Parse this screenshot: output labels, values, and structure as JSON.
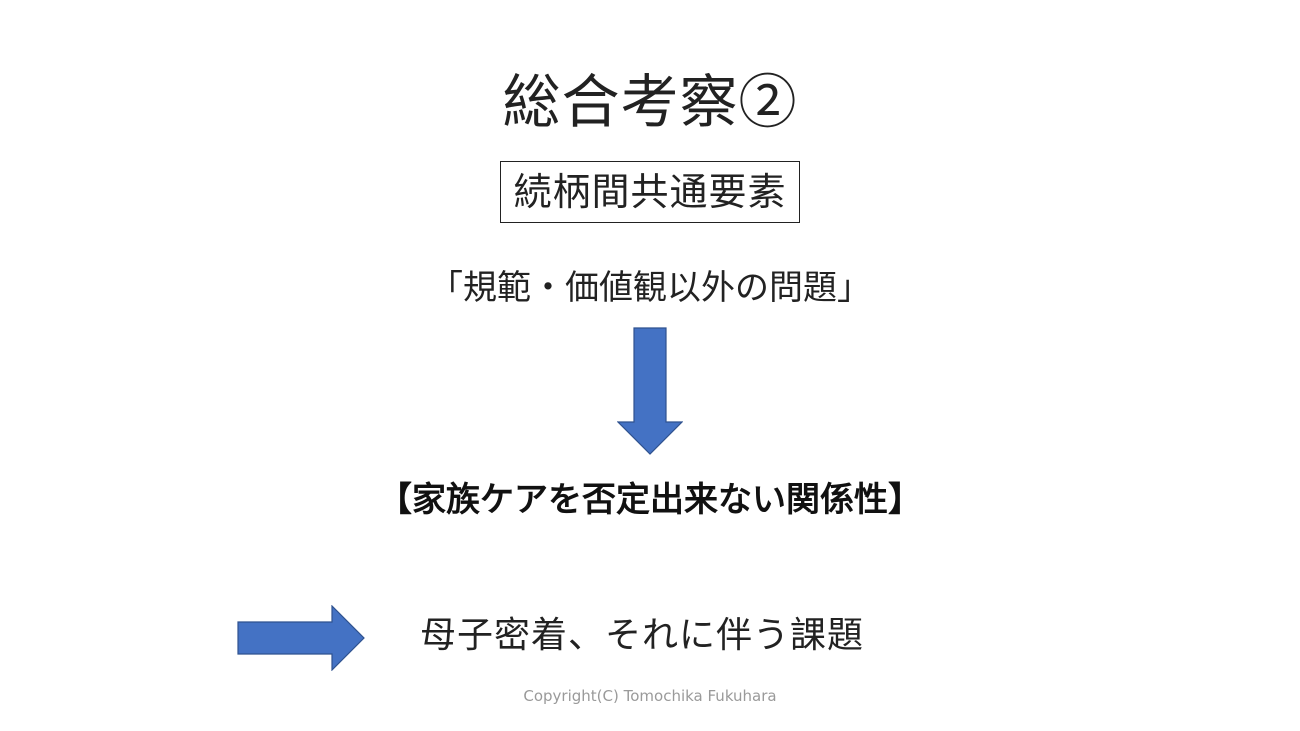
{
  "slide": {
    "title": "総合考察②",
    "boxed_heading": "続柄間共通要素",
    "quote_text": "「規範・価値観以外の問題」",
    "emphasis_text": "【家族ケアを否定出来ない関係性】",
    "conclusion_text": "母子密着、それに伴う課題",
    "copyright": "Copyright(C) Tomochika Fukuhara"
  },
  "colors": {
    "arrow_fill": "#4472C4",
    "arrow_stroke": "#2F528F",
    "copyright": "#9A9A9A"
  },
  "icons": {
    "down_arrow": "arrow-down",
    "right_arrow": "arrow-right"
  }
}
